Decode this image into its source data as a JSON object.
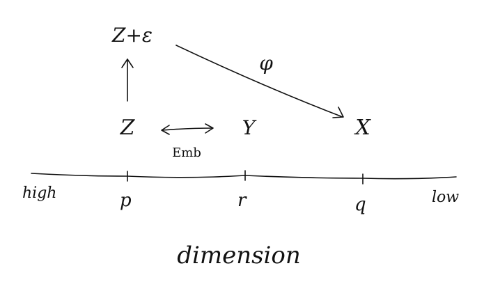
{
  "diagram": {
    "nodes": {
      "z_plus_eps": "Z+ε",
      "z": "Z",
      "y": "Y",
      "x": "X"
    },
    "edge_labels": {
      "phi": "φ",
      "emb": "Emb"
    },
    "axis": {
      "left_end": "high",
      "right_end": "low",
      "ticks": [
        "p",
        "r",
        "q"
      ],
      "title": "dimension"
    }
  },
  "colors": {
    "ink": "#111111",
    "background": "#ffffff"
  }
}
